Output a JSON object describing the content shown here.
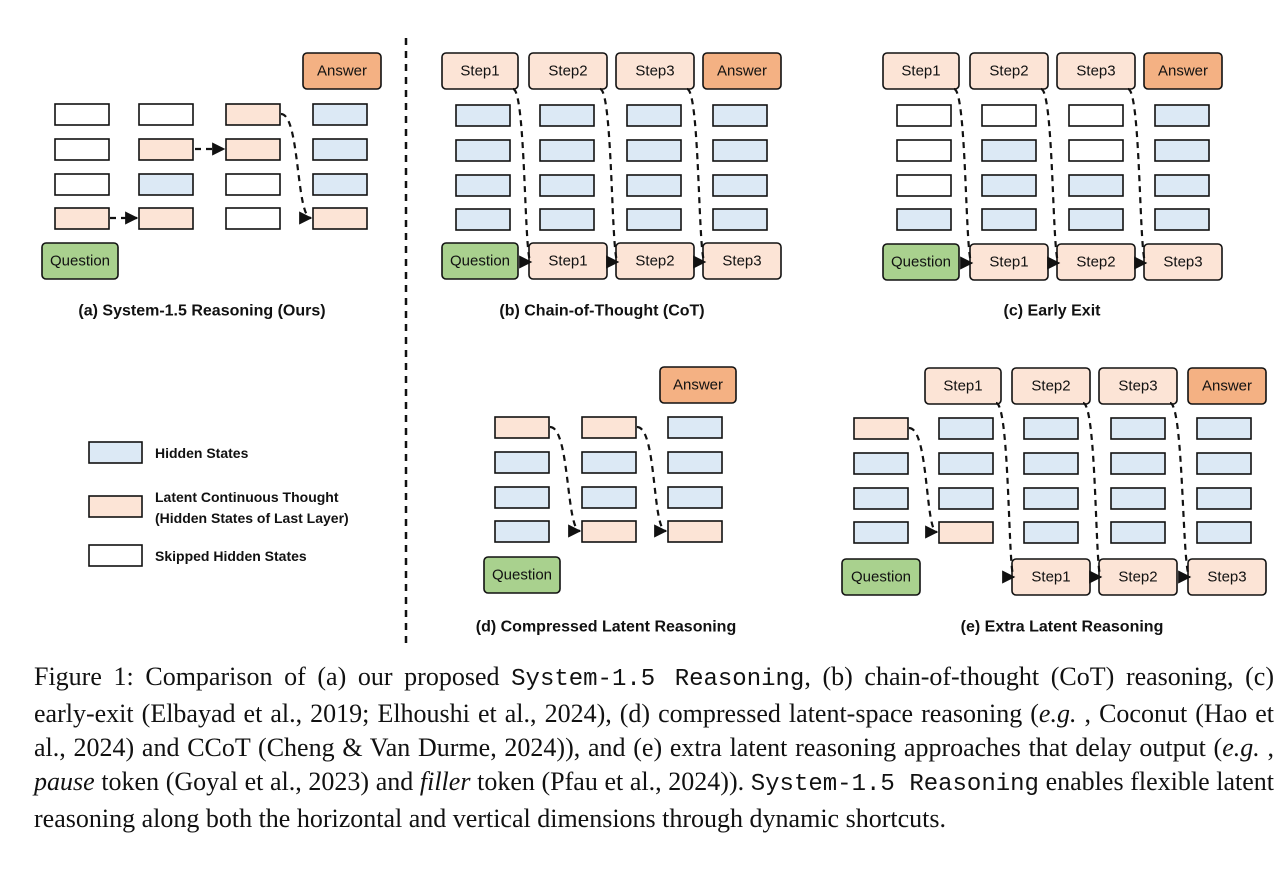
{
  "colors": {
    "hidden": "#dce9f5",
    "latent": "#fce4d6",
    "answer": "#f4b183",
    "question": "#a9d18e",
    "skipped": "#ffffff",
    "stroke": "#111111"
  },
  "labels": {
    "answer": "Answer",
    "question": "Question",
    "step1": "Step1",
    "step2": "Step2",
    "step3": "Step3"
  },
  "panels": {
    "a": "(a) System-1.5 Reasoning (Ours)",
    "b": "(b) Chain-of-Thought (CoT)",
    "c": "(c) Early Exit",
    "d": "(d) Compressed Latent Reasoning",
    "e": "(e) Extra Latent Reasoning"
  },
  "legend": {
    "hidden": "Hidden States",
    "latent_line1": "Latent Continuous Thought",
    "latent_line2": "(Hidden States of Last Layer)",
    "skipped": "Skipped Hidden States"
  },
  "caption": {
    "p1": "Figure 1: Comparison of (a) our proposed ",
    "method1": "System-1.5 Reasoning",
    "p2": ", (b) chain-of-thought (CoT) reasoning, (c) early-exit (Elbayad et al., 2019; Elhoushi et al., 2024), (d) compressed latent-space reasoning (",
    "eg1": "e.g.",
    "p3": " , Coconut (Hao et al., 2024) and CCoT (Cheng & Van Durme, 2024)), and (e) extra latent reasoning approaches that delay output (",
    "eg2": "e.g.",
    "p4": " , ",
    "pause": "pause",
    "p5": " token (Goyal et al., 2023) and ",
    "filler": "filler",
    "p6": " token (Pfau et al., 2024)). ",
    "method2": "System-1.5 Reasoning",
    "p7": " enables flexible latent reasoning along both the horizontal and vertical dimensions through dynamic shortcuts."
  }
}
